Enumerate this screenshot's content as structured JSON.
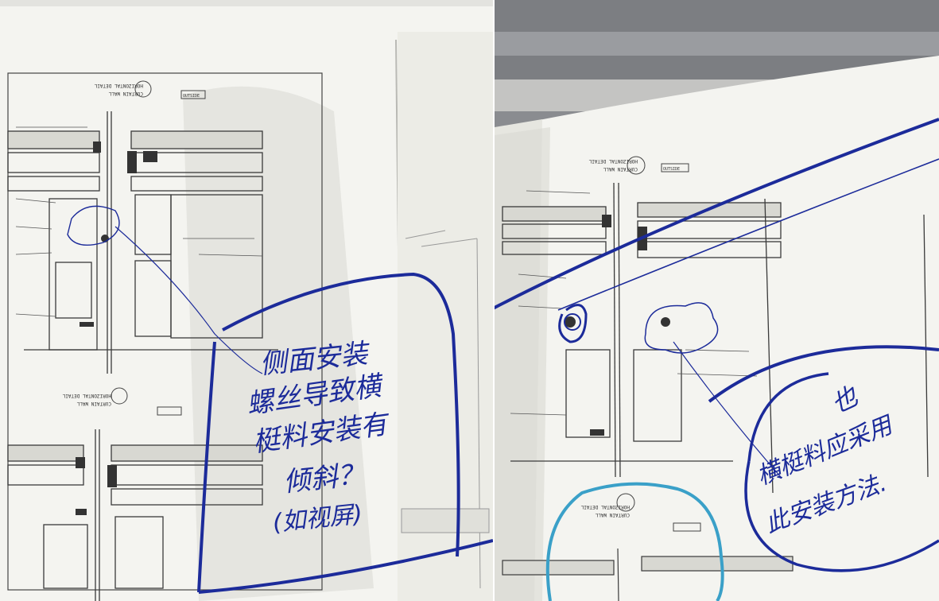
{
  "left_photo": {
    "detail_label_1": "HORIZONTAL DETAIL",
    "detail_title_1": "CURTAIN WALL",
    "detail_label_2": "HORIZONTAL DETAIL",
    "detail_title_2": "CURTAIN WALL",
    "side_tag": "OUTSIDE",
    "annotation_lines": [
      "侧面安装",
      "螺丝导致横",
      "梃料安装有",
      "倾斜？",
      "(如视屏)"
    ]
  },
  "right_photo": {
    "detail_label": "HORIZONTAL DETAIL",
    "detail_title": "CURTAIN WALL",
    "detail_label_2": "HORIZONTAL DETAIL",
    "detail_title_2": "CURTAIN WALL",
    "side_tag": "OUTSIDE",
    "annotation_lines": [
      "也",
      "横梃料应采用",
      "此安装方法."
    ]
  },
  "colors": {
    "ink": "#1c2b9a",
    "teal_ink": "#3aa0c8",
    "paper": "#f4f4f0",
    "drawing_line": "#3a3a3a"
  }
}
